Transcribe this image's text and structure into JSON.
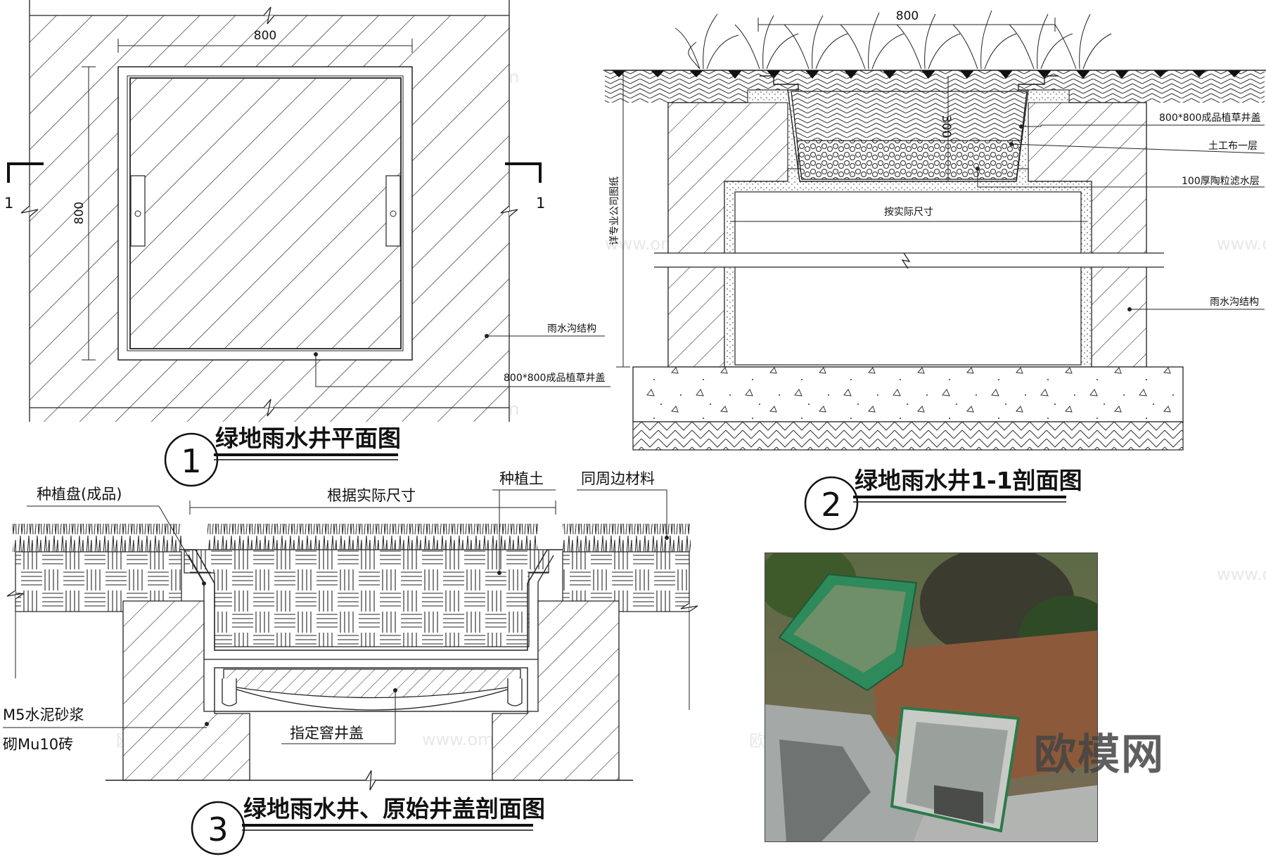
{
  "plan": {
    "dim_width": "800",
    "dim_height": "800",
    "section_mark_left": "1",
    "section_mark_right": "1",
    "label_structure": "雨水沟结构",
    "label_cover": "800*800成品植草井盖",
    "number": "1",
    "title": "绿地雨水井平面图"
  },
  "section11": {
    "dim_width": "800",
    "dim_depth": "300",
    "label_cover": "800*800成品植草井盖",
    "label_geotextile": "土工布一层",
    "label_filter": "100厚陶粒滤水层",
    "label_actual": "按实际尺寸",
    "label_vertical": "详专业公司图纸",
    "label_structure": "雨水沟结构",
    "number": "2",
    "title": "绿地雨水井1-1剖面图"
  },
  "section3": {
    "label_tray": "种植盘(成品)",
    "label_size": "根据实际尺寸",
    "label_soil": "种植土",
    "label_material": "同周边材料",
    "label_mortar": "M5水泥砂浆",
    "label_brick": "砌Mu10砖",
    "label_cover": "指定窨井盖",
    "number": "3",
    "title": "绿地雨水井、原始井盖剖面图"
  },
  "watermarks": {
    "text_cn": "欧模网",
    "text_url": "www.om.cn"
  },
  "brand": "欧模网"
}
